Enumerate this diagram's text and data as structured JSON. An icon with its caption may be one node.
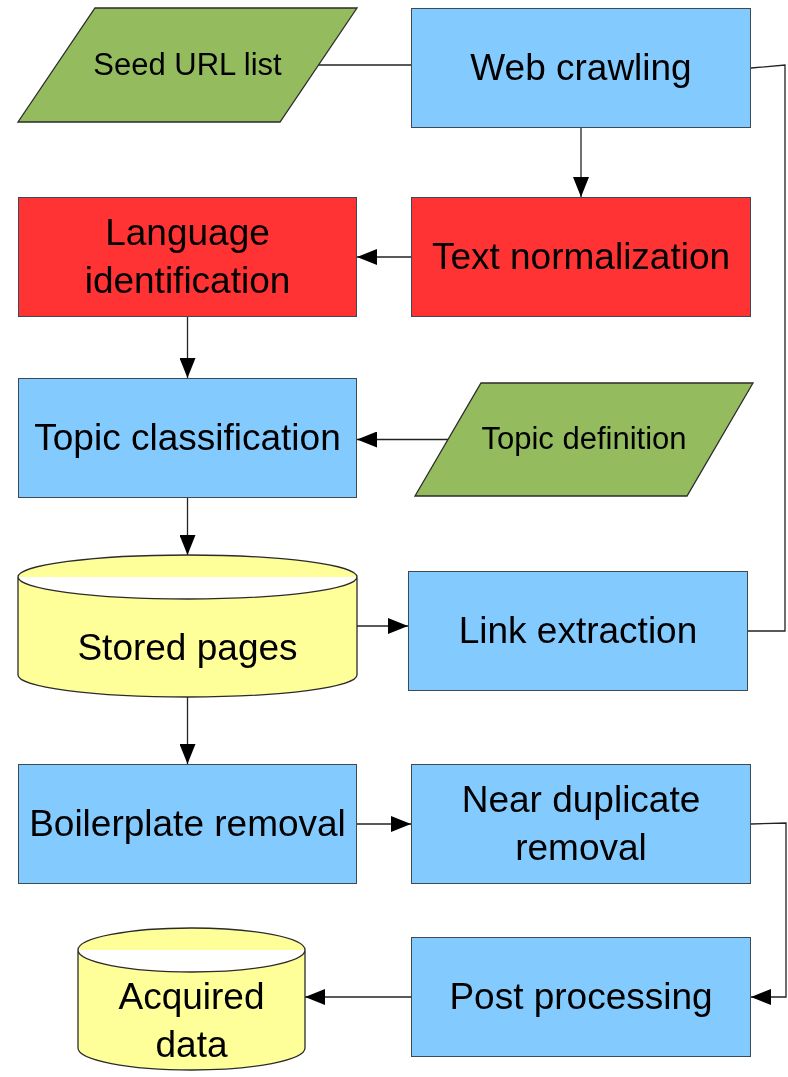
{
  "diagram": {
    "nodes": [
      {
        "text": [
          "Seed URL list"
        ]
      },
      {
        "text": [
          "Web crawling"
        ]
      },
      {
        "text": [
          "Language identification"
        ]
      },
      {
        "text": [
          "Text normalization"
        ]
      },
      {
        "text": [
          "Topic classification"
        ]
      },
      {
        "text": [
          "Topic definition"
        ]
      },
      {
        "text": [
          "Stored pages"
        ]
      },
      {
        "text": [
          "Link extraction"
        ]
      },
      {
        "text": [
          "Boilerplate removal"
        ]
      },
      {
        "text": [
          "Near duplicate removal"
        ]
      },
      {
        "text": [
          "Acquired data"
        ]
      },
      {
        "text": [
          "Post processing"
        ]
      }
    ],
    "edges": [
      {
        "from": 0,
        "to": 1,
        "arrow": "none"
      },
      {
        "from": 1,
        "to": 3,
        "arrow": "to"
      },
      {
        "from": 3,
        "to": 2,
        "arrow": "to"
      },
      {
        "from": 2,
        "to": 4,
        "arrow": "to"
      },
      {
        "from": 5,
        "to": 4,
        "arrow": "to"
      },
      {
        "from": 4,
        "to": 6,
        "arrow": "to"
      },
      {
        "from": 6,
        "to": 7,
        "arrow": "to"
      },
      {
        "from": 7,
        "to": 1,
        "arrow": "none"
      },
      {
        "from": 6,
        "to": 8,
        "arrow": "to"
      },
      {
        "from": 8,
        "to": 9,
        "arrow": "to"
      },
      {
        "from": 9,
        "to": 11,
        "arrow": "to"
      },
      {
        "from": 11,
        "to": 10,
        "arrow": "to"
      }
    ]
  }
}
